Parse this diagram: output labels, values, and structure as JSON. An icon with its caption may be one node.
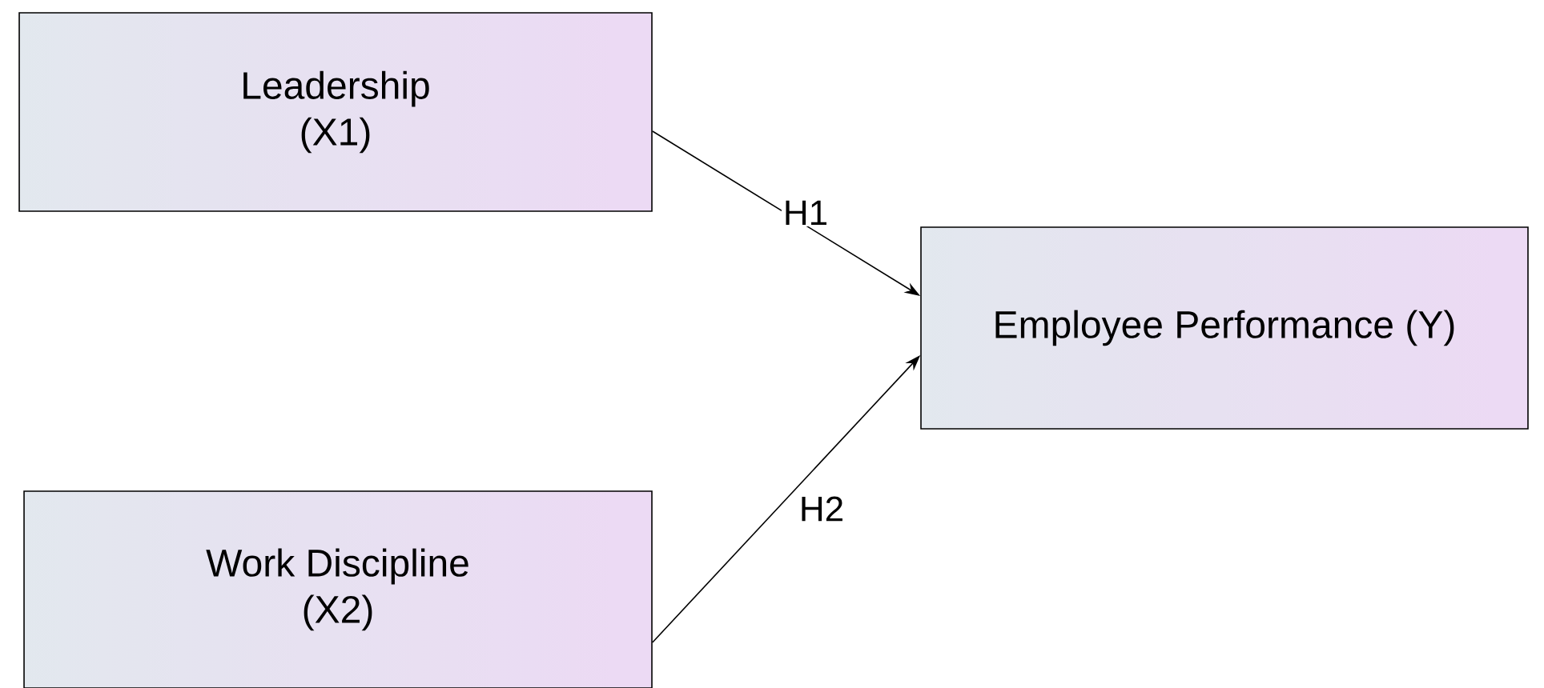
{
  "diagram": {
    "nodes": [
      {
        "text": [
          "Leadership (X1)"
        ]
      },
      {
        "text": [
          "Employee Performance (Y)"
        ]
      },
      {
        "text": [
          "Work Discipline (X2)"
        ]
      }
    ],
    "edges": [
      {
        "from": 0,
        "to": 1,
        "arrow": "to",
        "label": "H1"
      },
      {
        "from": 2,
        "to": 1,
        "arrow": "to",
        "label": "H2"
      }
    ]
  }
}
